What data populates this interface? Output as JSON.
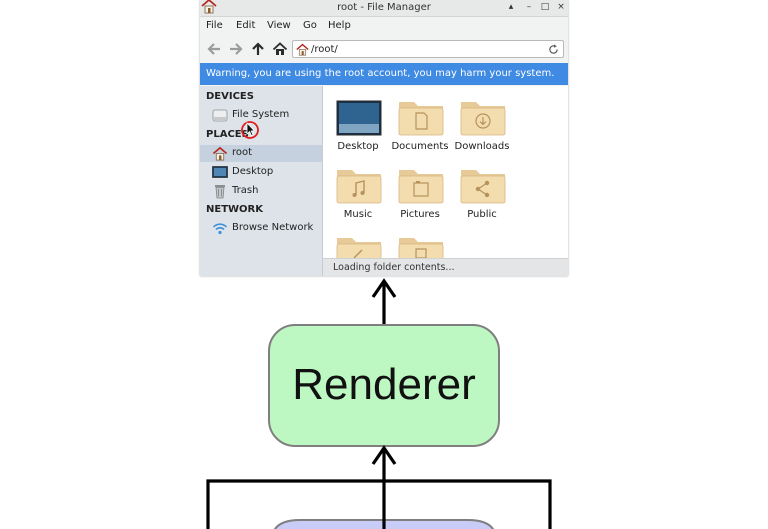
{
  "window": {
    "title": "root - File Manager",
    "controls": [
      "▴",
      "–",
      "□",
      "×"
    ],
    "menu": [
      "File",
      "Edit",
      "View",
      "Go",
      "Help"
    ],
    "address": "/root/",
    "warning": "Warning, you are using the root account, you may harm your system.",
    "status": "Loading folder contents..."
  },
  "sidebar": {
    "devices_heading": "DEVICES",
    "devices": [
      {
        "label": "File System",
        "icon": "drive-icon"
      }
    ],
    "places_heading": "PLACES",
    "places": [
      {
        "label": "root",
        "icon": "home-icon"
      },
      {
        "label": "Desktop",
        "icon": "desktop-icon"
      },
      {
        "label": "Trash",
        "icon": "trash-icon"
      }
    ],
    "network_heading": "NETWORK",
    "network": [
      {
        "label": "Browse Network",
        "icon": "wifi-icon"
      }
    ]
  },
  "folders": [
    {
      "label": "Desktop",
      "icon": "desktop-folder-icon"
    },
    {
      "label": "Documents",
      "icon": "documents-folder-icon"
    },
    {
      "label": "Downloads",
      "icon": "downloads-folder-icon"
    },
    {
      "label": "Music",
      "icon": "music-folder-icon"
    },
    {
      "label": "Pictures",
      "icon": "pictures-folder-icon"
    },
    {
      "label": "Public",
      "icon": "public-folder-icon"
    },
    {
      "label": "",
      "icon": "folder-icon"
    },
    {
      "label": "",
      "icon": "folder-icon"
    }
  ],
  "diagram": {
    "renderer_label": "Renderer",
    "colors": {
      "renderer_fill": "#bdf8c3",
      "box_stroke": "#7f7f7f",
      "lower_box_fill": "#c9ccf7",
      "arrow": "#000000"
    }
  }
}
